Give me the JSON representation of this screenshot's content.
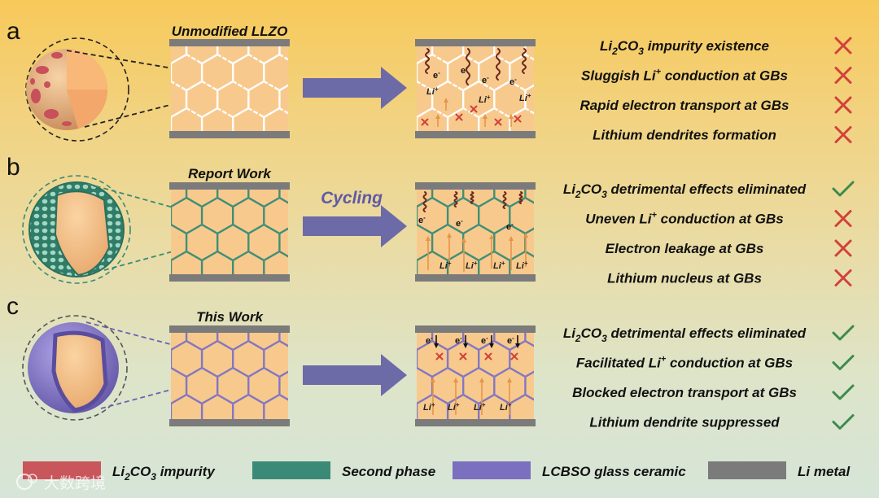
{
  "rows": [
    {
      "letter": "a",
      "title": "Unmodified LLZO",
      "gb_color": "#ffffff",
      "features": [
        {
          "pre": "Li",
          "sub": "2",
          "mid": "CO",
          "sub2": "3",
          "post": " impurity existence",
          "status": "cross"
        },
        {
          "pre": "Sluggish Li",
          "sup": "+",
          "post": " conduction at GBs",
          "status": "cross"
        },
        {
          "pre": "Rapid electron transport at GBs",
          "status": "cross"
        },
        {
          "pre": "Lithium dendrites formation",
          "status": "cross"
        }
      ]
    },
    {
      "letter": "b",
      "title": "Report Work",
      "gb_color": "#3f8f78",
      "features": [
        {
          "pre": "Li",
          "sub": "2",
          "mid": "CO",
          "sub2": "3",
          "post": " detrimental effects eliminated",
          "status": "check"
        },
        {
          "pre": "Uneven Li",
          "sup": "+",
          "post": " conduction at GBs",
          "status": "cross"
        },
        {
          "pre": "Electron leakage at GBs",
          "status": "cross"
        },
        {
          "pre": "Lithium nucleus at GBs",
          "status": "cross"
        }
      ]
    },
    {
      "letter": "c",
      "title": "This Work",
      "gb_color": "#8277c2",
      "features": [
        {
          "pre": "Li",
          "sub": "2",
          "mid": "CO",
          "sub2": "3",
          "post": " detrimental effects eliminated",
          "status": "check"
        },
        {
          "pre": "Facilitated Li",
          "sup": "+",
          "post": " conduction at GBs",
          "status": "check"
        },
        {
          "pre": "Blocked electron transport at GBs",
          "status": "check"
        },
        {
          "pre": "Lithium dendrite suppressed",
          "status": "check"
        }
      ]
    }
  ],
  "cycling_label": "Cycling",
  "particle_labels": {
    "electron": "e",
    "electron_sup": "-",
    "li": "Li",
    "li_sup": "+"
  },
  "legend": [
    {
      "pre": "Li",
      "sub": "2",
      "mid": "CO",
      "sub2": "3",
      "post": " impurity",
      "color": "#c9565b"
    },
    {
      "pre": "Second phase",
      "color": "#3a8a77"
    },
    {
      "pre": "LCBSO glass ceramic",
      "color": "#7b6fc0"
    },
    {
      "pre": "Li metal",
      "color": "#7b7b7b"
    }
  ],
  "colors": {
    "grain": "#f8c98d",
    "li_metal": "#7b7b7b",
    "arrow": "#6d6aa8",
    "cross": "#d2413a",
    "check": "#3d8a4d",
    "dendrite": "#6a2a1e",
    "li_path": "#e6944a"
  },
  "watermark": "大数跨境"
}
